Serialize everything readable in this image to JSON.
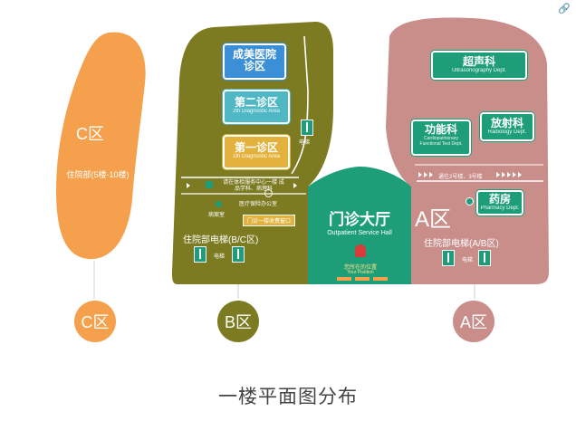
{
  "title": "一楼平面图分布",
  "zone_c": {
    "label": "C区",
    "sub": "住院部(5楼-10楼)",
    "circle": "C区",
    "color": "#f5a04c"
  },
  "zone_b": {
    "circle": "B区",
    "color": "#7d7b22",
    "elevator_label": "住院部电梯(B/C区)",
    "elevator_tag": "电梯",
    "depts": [
      {
        "cn": "成美医院诊区",
        "cn1": "成美医院",
        "cn2": "诊区",
        "en": ""
      },
      {
        "cn": "第二诊区",
        "en": "2th Diagnostic Area"
      },
      {
        "cn": "第一诊区",
        "en": "1th Diagnostic Area"
      }
    ],
    "side_tag": "电梯",
    "info_1": "请在体检服务中心一楼 成品学科、病理科",
    "info_2": "医疗保险办公室",
    "info_3": "病案室",
    "info_4": "门诊一楼收费窗口"
  },
  "hall": {
    "cn": "门诊大厅",
    "en": "Outpatient Service Hall",
    "you_cn": "您所在的位置",
    "you_en": "Your Position",
    "color": "#1e9e78"
  },
  "zone_a": {
    "label": "A区",
    "circle": "A区",
    "color": "#c98d8a",
    "elevator_label": "住院部电梯(A/B区)",
    "elevator_tag": "电梯",
    "depts": [
      {
        "cn": "超声科",
        "en": "Ultrasonography Dept."
      },
      {
        "cn": "功能科",
        "en": "Cardiopulmonary Functional Test Dept."
      },
      {
        "cn": "放射科",
        "en": "Radiology Dept."
      },
      {
        "cn": "药房",
        "en": "Pharmacy Dept."
      }
    ],
    "corridor": "通往2号楼、3号楼"
  }
}
